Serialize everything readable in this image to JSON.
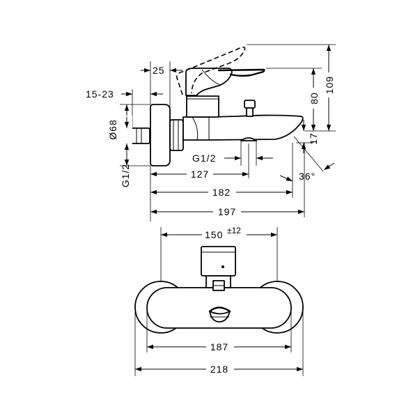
{
  "side_view": {
    "dim_25": "25",
    "dim_15_23": "15-23",
    "dim_68": "Ø68",
    "dim_g12_vertical": "G1/2",
    "dim_g12_horizontal": "G1/2",
    "dim_127": "127",
    "dim_182": "182",
    "dim_197": "197",
    "dim_109": "109",
    "dim_80": "80",
    "dim_17": "17",
    "dim_36": "36°"
  },
  "front_view": {
    "dim_150": "150",
    "dim_150_tol": "±12",
    "dim_187": "187",
    "dim_218": "218"
  }
}
